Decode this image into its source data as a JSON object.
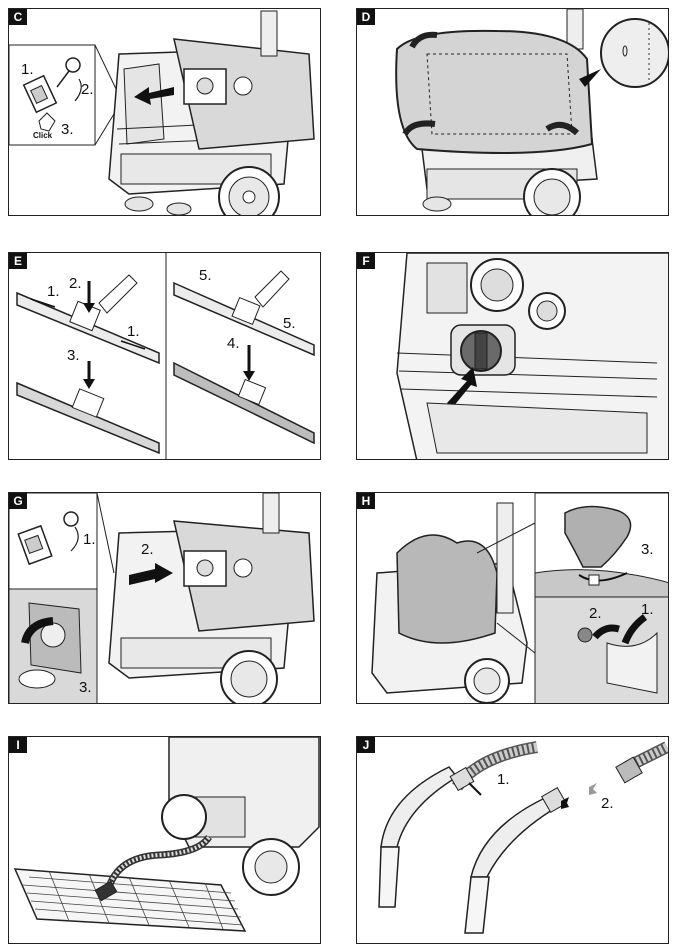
{
  "panels": {
    "C": {
      "label": "C",
      "steps": [
        "1.",
        "2.",
        "3."
      ],
      "click": "Click"
    },
    "D": {
      "label": "D"
    },
    "E": {
      "label": "E",
      "steps": [
        "1.",
        "2.",
        "1.",
        "3.",
        "5.",
        "5.",
        "4."
      ]
    },
    "F": {
      "label": "F"
    },
    "G": {
      "label": "G",
      "steps": [
        "1.",
        "2.",
        "3."
      ]
    },
    "H": {
      "label": "H",
      "steps": [
        "3.",
        "2.",
        "1."
      ]
    },
    "I": {
      "label": "I"
    },
    "J": {
      "label": "J",
      "steps": [
        "1.",
        "2."
      ]
    }
  }
}
